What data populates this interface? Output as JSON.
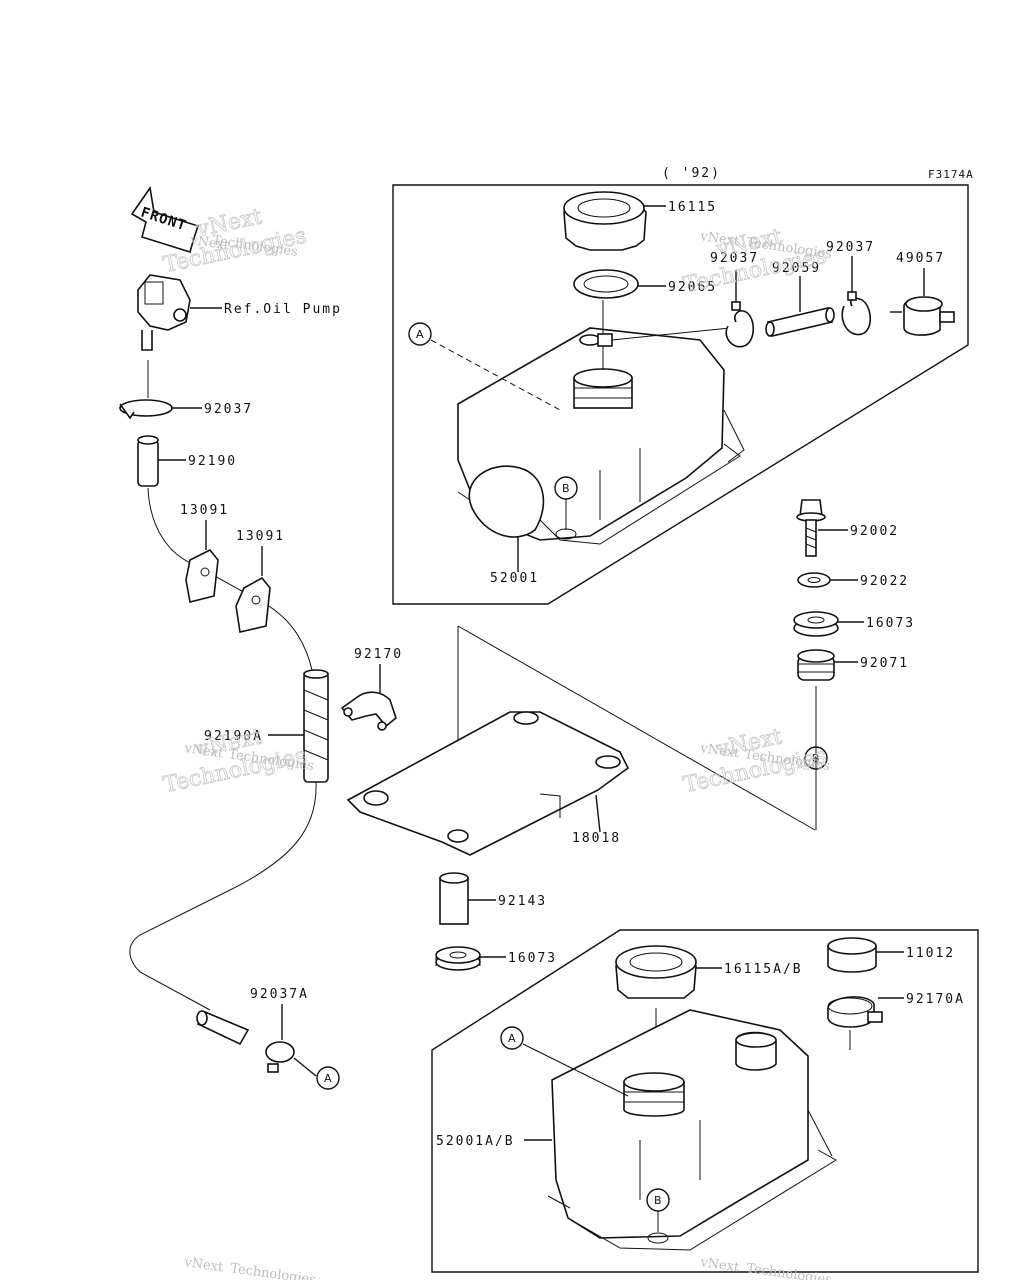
{
  "header": {
    "year_label": "( '92)",
    "figure_code": "F3174A"
  },
  "front_label": "FRONT",
  "reference_label": "Ref.Oil Pump",
  "watermark": {
    "line1": "vNext",
    "line2": "Technologies"
  },
  "callouts": {
    "A": "A",
    "B": "B"
  },
  "parts": {
    "p16115": "16115",
    "p92065": "92065",
    "p92037_1": "92037",
    "p92059": "92059",
    "p92037_2": "92037",
    "p49057": "49057",
    "p52001": "52001",
    "p92037_left": "92037",
    "p92190": "92190",
    "p13091_1": "13091",
    "p13091_2": "13091",
    "p92002": "92002",
    "p92022": "92022",
    "p16073_1": "16073",
    "p92071": "92071",
    "p92170": "92170",
    "p92190A": "92190A",
    "p18018": "18018",
    "p92143": "92143",
    "p16073_2": "16073",
    "p92037A": "92037A",
    "p16115AB": "16115A/B",
    "p11012": "11012",
    "p92170A": "92170A",
    "p52001AB": "52001A/B"
  }
}
